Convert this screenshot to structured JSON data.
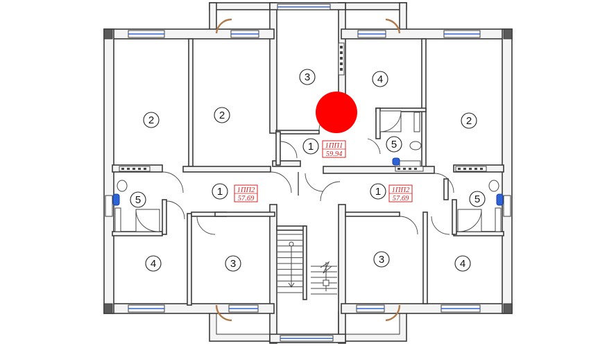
{
  "plan": {
    "apartment_labels": [
      {
        "id": "apt-1",
        "type": "1ПП1",
        "area": "59.94"
      },
      {
        "id": "apt-2",
        "type": "1ПП2",
        "area": "57.69"
      },
      {
        "id": "apt-3",
        "type": "1ПП2",
        "area": "57.69"
      }
    ],
    "room_numbers": [
      {
        "id": "r1",
        "n": "2"
      },
      {
        "id": "r2",
        "n": "2"
      },
      {
        "id": "r3",
        "n": "3"
      },
      {
        "id": "r4",
        "n": "4"
      },
      {
        "id": "r5",
        "n": "2"
      },
      {
        "id": "r6",
        "n": "5"
      },
      {
        "id": "r7",
        "n": "1"
      },
      {
        "id": "r8",
        "n": "1"
      },
      {
        "id": "r9",
        "n": "1"
      },
      {
        "id": "r10",
        "n": "5"
      },
      {
        "id": "r11",
        "n": "5"
      },
      {
        "id": "r12",
        "n": "4"
      },
      {
        "id": "r13",
        "n": "3"
      },
      {
        "id": "r14",
        "n": "3"
      },
      {
        "id": "r15",
        "n": "4"
      }
    ],
    "marker_color": "#ff0000",
    "window_glass_color": "#2e63d6",
    "label_color": "#d42020"
  }
}
